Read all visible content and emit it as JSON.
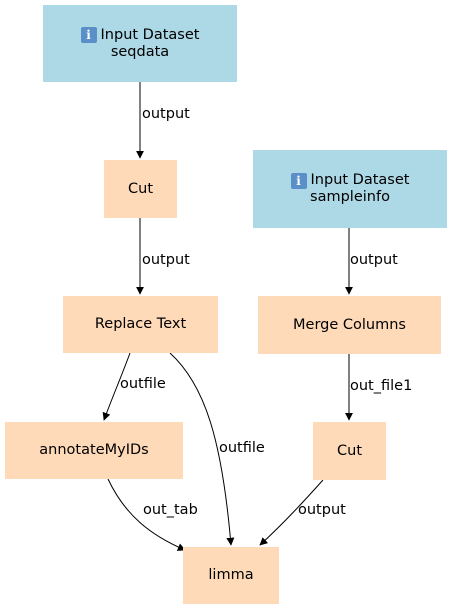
{
  "nodes": {
    "input_seqdata": {
      "title": "Input Dataset",
      "subtitle": "seqdata",
      "icon": "info-icon",
      "color": "#add8e6"
    },
    "cut1": {
      "label": "Cut",
      "color": "#ffdab9"
    },
    "replace_text": {
      "label": "Replace Text",
      "color": "#ffdab9"
    },
    "annotate": {
      "label": "annotateMyIDs",
      "color": "#ffdab9"
    },
    "input_sampleinfo": {
      "title": "Input Dataset",
      "subtitle": "sampleinfo",
      "icon": "info-icon",
      "color": "#add8e6"
    },
    "merge_columns": {
      "label": "Merge Columns",
      "color": "#ffdab9"
    },
    "cut2": {
      "label": "Cut",
      "color": "#ffdab9"
    },
    "limma": {
      "label": "limma",
      "color": "#ffdab9"
    }
  },
  "edges": {
    "seqdata_to_cut1": "output",
    "cut1_to_replace": "output",
    "replace_to_annotate": "outfile",
    "replace_to_limma": "outfile",
    "annotate_to_limma": "out_tab",
    "sampleinfo_to_merge": "output",
    "merge_to_cut2": "out_file1",
    "cut2_to_limma": "output"
  }
}
